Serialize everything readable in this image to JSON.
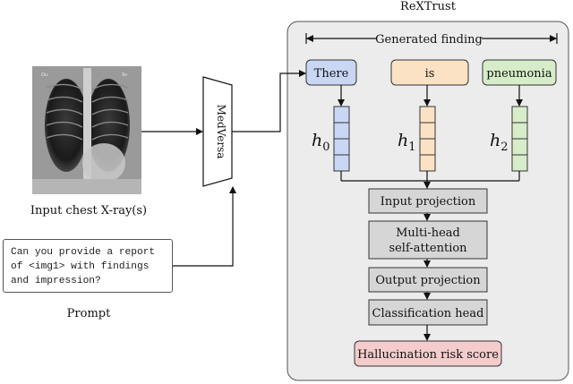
{
  "title": "ReXTrust",
  "generated_finding_label": "Generated finding",
  "tokens": [
    {
      "text": "There",
      "color": "#c9d7f5",
      "hidden": "h",
      "sub": "0"
    },
    {
      "text": "is",
      "color": "#fbe2c4",
      "hidden": "h",
      "sub": "1"
    },
    {
      "text": "pneumonia",
      "color": "#d7ecc8",
      "hidden": "h",
      "sub": "2"
    }
  ],
  "input_label": "Input chest X-ray(s)",
  "xray_labels": [
    "Ou",
    "Sn"
  ],
  "model_label": "MedVersa",
  "prompt_text": "Can you provide a report\nof <img1> with findings\nand impression?",
  "prompt_label": "Prompt",
  "pipeline": [
    "Input projection",
    "Multi-head\nself-attention",
    "Output projection",
    "Classification head"
  ],
  "output_label": "Hallucination risk score",
  "colors": {
    "panel": "#ececec",
    "pipeline_box": "#d6d6d6",
    "output_box": "#f4cccc"
  }
}
